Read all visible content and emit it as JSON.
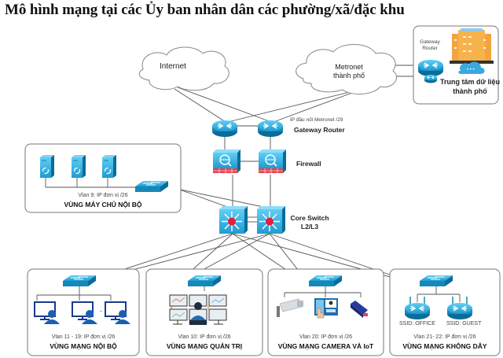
{
  "title": "Mô hình mạng tại các Ủy ban nhân dân các phường/xã/đặc khu",
  "clouds": {
    "internet": "Internet",
    "metronet_line1": "Metronet",
    "metronet_line2": "thành phố"
  },
  "datacenter": {
    "router_label_line1": "Gateway",
    "router_label_line2": "Router",
    "name_line1": "Trung tâm dữ liệu",
    "name_line2": "thành phố"
  },
  "core": {
    "gateway_ip_note": "IP đầu nối Metronet /29",
    "gateway_label": "Gateway Router",
    "firewall_label": "Firewall",
    "core_switch_line1": "Core Switch",
    "core_switch_line2": "L2/L3"
  },
  "zones": {
    "server": {
      "vlan": "Vlan 9: IP đơn vị /26",
      "name": "VÙNG MÁY CHỦ NỘI BỘ"
    },
    "internal": {
      "vlan": "Vlan 11 - 19: IP đơn vị /26",
      "name": "VÙNG MẠNG NỘI BỘ"
    },
    "admin": {
      "vlan": "Vlan 10: IP đơn vị /26",
      "name": "VÙNG MẠNG QUẢN TRỊ"
    },
    "camera": {
      "vlan": "Vlan 20: IP đơn vị /26",
      "name": "VÙNG MẠNG CAMERA VÀ IoT"
    },
    "wireless": {
      "ssid_office": "SSID: OFFICE",
      "ssid_guest": "SSID: GUEST",
      "vlan": "Vlan 21- 22: IP đơn vị /26",
      "name": "VÙNG MẠNG KHÔNG DÂY"
    }
  },
  "colors": {
    "device_blue": "#1e9bd0",
    "device_dark": "#0b6c98",
    "firewall_red": "#e8414f",
    "core_red": "#e21f3a",
    "user_blue": "#1a5fb4",
    "line": "#555555",
    "box_border": "#6b6b6b"
  }
}
